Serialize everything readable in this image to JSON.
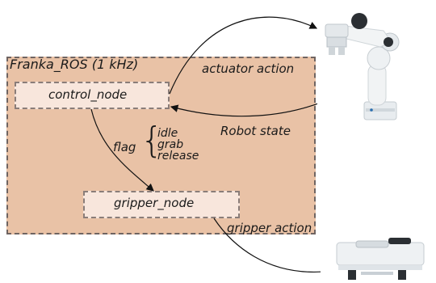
{
  "diagram": {
    "outer_label": "Franka_ROS (1 kHz)",
    "control_node": "control_node",
    "gripper_node": "gripper_node",
    "flag_label": "flag",
    "flag_values": [
      "idle",
      "grab",
      "release"
    ],
    "actuator_action": "actuator action",
    "robot_state": "Robot state",
    "gripper_action": "gripper action"
  },
  "colors": {
    "outer_fill": "#e9c2a6",
    "node_fill": "#f8e6dc",
    "dash": "#6f6461"
  },
  "icons": [
    "robot-arm-image",
    "gripper-image"
  ]
}
